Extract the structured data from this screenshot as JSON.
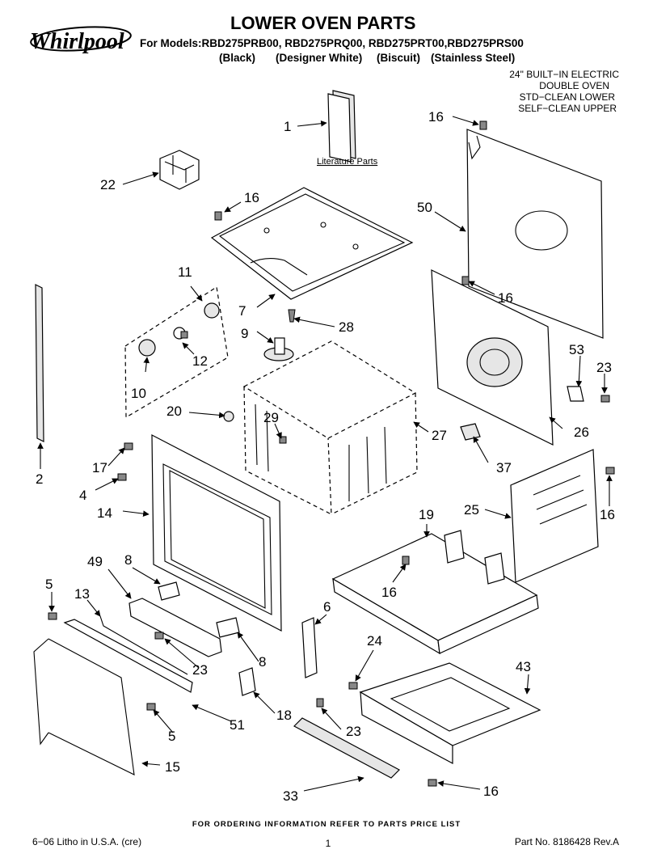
{
  "header": {
    "brand": "Whirlpool",
    "title": "LOWER OVEN PARTS",
    "models_line": "For Models:RBD275PRB00, RBD275PRQ00, RBD275PRT00,RBD275PRS00",
    "finishes": [
      "(Black)",
      "(Designer White)",
      "(Biscuit)",
      "(Stainless Steel)"
    ],
    "description": [
      "24\" BUILT−IN ELECTRIC",
      "DOUBLE OVEN",
      "STD−CLEAN LOWER",
      "SELF−CLEAN UPPER"
    ]
  },
  "literature_label": "Literature Parts",
  "callouts": {
    "c1": "1",
    "c2": "2",
    "c4": "4",
    "c5a": "5",
    "c5b": "5",
    "c6": "6",
    "c7": "7",
    "c8a": "8",
    "c8b": "8",
    "c9": "9",
    "c10": "10",
    "c11": "11",
    "c12": "12",
    "c13": "13",
    "c14": "14",
    "c15": "15",
    "c16a": "16",
    "c16b": "16",
    "c16c": "16",
    "c16d": "16",
    "c16e": "16",
    "c16f": "16",
    "c17": "17",
    "c18": "18",
    "c19": "19",
    "c20": "20",
    "c22": "22",
    "c23a": "23",
    "c23b": "23",
    "c23c": "23",
    "c24": "24",
    "c25": "25",
    "c26": "26",
    "c27": "27",
    "c28": "28",
    "c29": "29",
    "c33": "33",
    "c37": "37",
    "c43": "43",
    "c49": "49",
    "c50": "50",
    "c51": "51",
    "c53": "53"
  },
  "footer": {
    "order_note": "FOR ORDERING INFORMATION REFER TO PARTS PRICE LIST",
    "litho": "6−06 Litho in U.S.A. (cre)",
    "page": "1",
    "part_no": "Part No. 8186428 Rev.A"
  }
}
